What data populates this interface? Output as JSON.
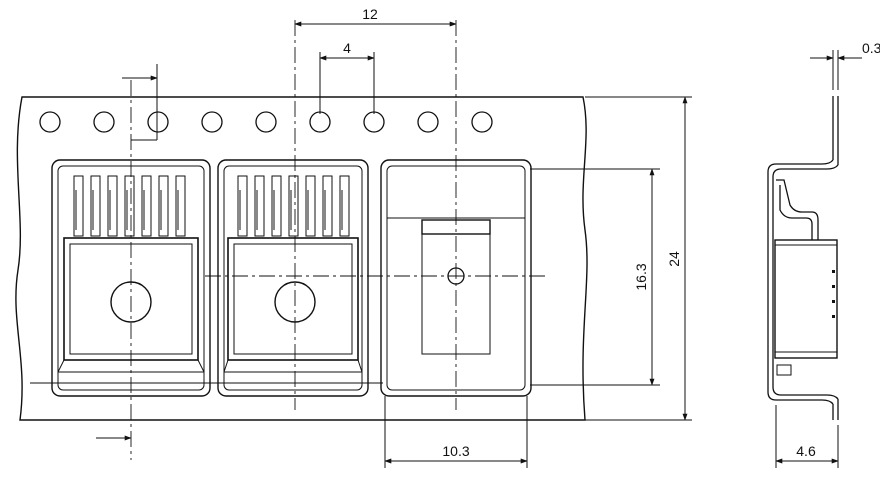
{
  "dimensions": {
    "pitch": "12",
    "hole_pitch": "4",
    "pocket_width": "10.3",
    "pocket_length": "16.3",
    "tape_width": "24",
    "pocket_depth": "4.6",
    "tape_thickness": "0.3"
  },
  "colors": {
    "line": "#111111",
    "background": "#ffffff"
  }
}
